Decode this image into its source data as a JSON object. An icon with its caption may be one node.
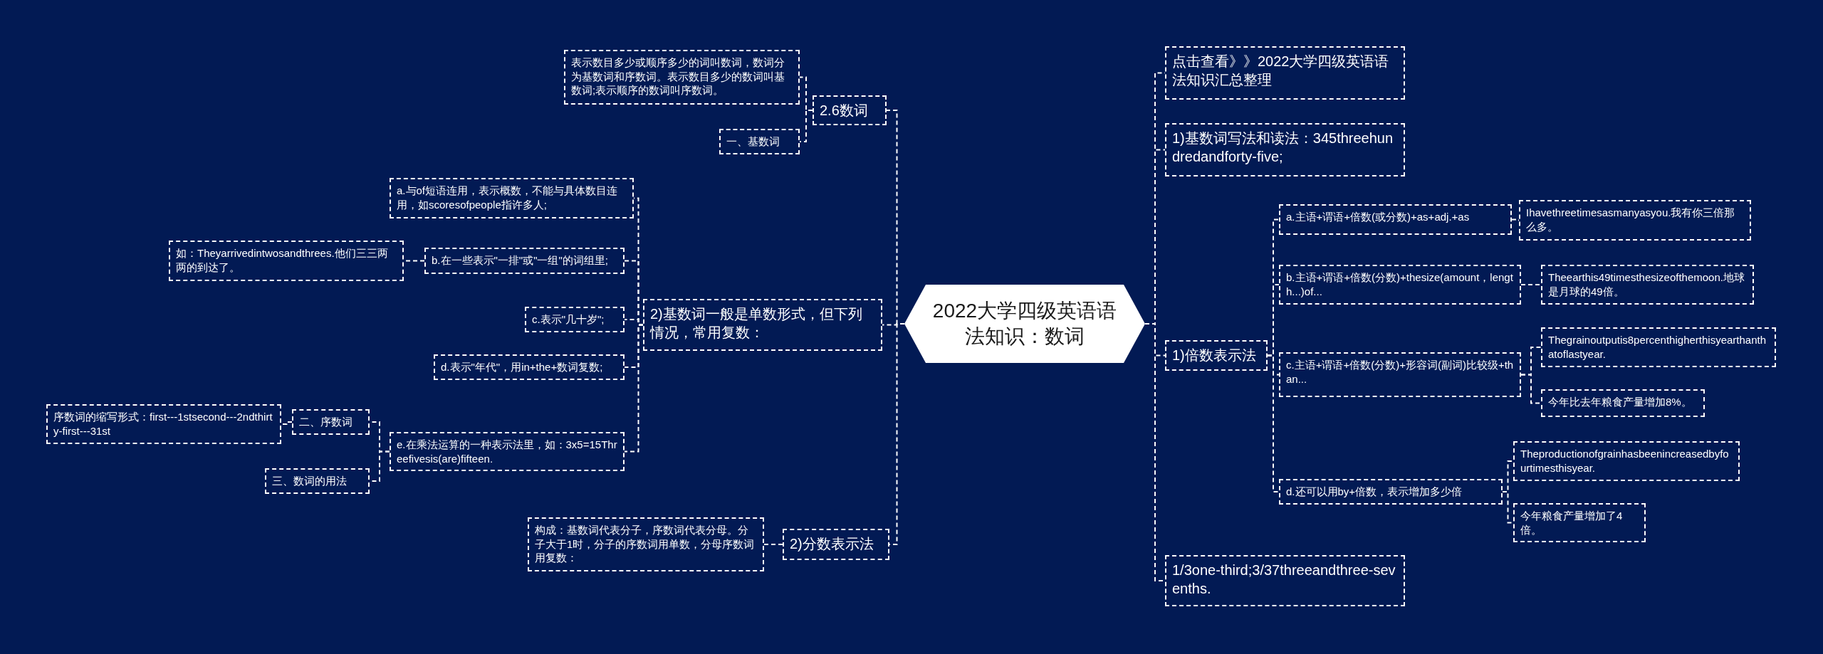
{
  "diagram": {
    "nodes": [
      {
        "text": [
          "2022大学四级英语语法知识：数词"
        ]
      },
      {
        "text": [
          "2.6数词"
        ]
      },
      {
        "text": [
          "表示数目多少或顺序多少的词叫数词，数词分为基数词和序数词。表示数目多少的数词叫基数词;表示顺序的数词叫序数词。"
        ]
      },
      {
        "text": [
          "一、基数词"
        ]
      },
      {
        "text": [
          "2)基数词一般是单数形式，但下列情况，常用复数："
        ]
      },
      {
        "text": [
          "a.与of短语连用，表示概数，不能与具体数目连用，如scoresofpeople指许多人;"
        ]
      },
      {
        "text": [
          "b.在一些表示\"一排\"或\"一组\"的词组里;"
        ]
      },
      {
        "text": [
          "如：Theyarrivedintwosandthrees.他们三三两两的到达了。"
        ]
      },
      {
        "text": [
          "c.表示\"几十岁\";"
        ]
      },
      {
        "text": [
          "d.表示\"年代\"，用in+the+数词复数;"
        ]
      },
      {
        "text": [
          "e.在乘法运算的一种表示法里，如：3x5=15Threefivesis(are)fifteen."
        ]
      },
      {
        "text": [
          "二、序数词"
        ]
      },
      {
        "text": [
          "序数词的缩写形式：first---1stsecond---2ndthirty-first---31st"
        ]
      },
      {
        "text": [
          "三、数词的用法"
        ]
      },
      {
        "text": [
          "2)分数表示法"
        ]
      },
      {
        "text": [
          "构成：基数词代表分子，序数词代表分母。分子大于1时，分子的序数词用单数，分母序数词用复数："
        ]
      },
      {
        "text": [
          "点击查看》》2022大学四级英语语法知识汇总整理"
        ]
      },
      {
        "text": [
          "1)基数词写法和读法：345threehundredandforty-five;"
        ]
      },
      {
        "text": [
          "1)倍数表示法"
        ]
      },
      {
        "text": [
          "a.主语+谓语+倍数(或分数)+as+adj.+as"
        ]
      },
      {
        "text": [
          "Ihavethreetimesasmanyasyou.我有你三倍那么多。"
        ]
      },
      {
        "text": [
          "b.主语+谓语+倍数(分数)+thesize(amount，length...)of..."
        ]
      },
      {
        "text": [
          "Theearthis49timesthesizeofthemoon.地球是月球的49倍。"
        ]
      },
      {
        "text": [
          "c.主语+谓语+倍数(分数)+形容词(副词)比较级+than..."
        ]
      },
      {
        "text": [
          "Thegrainoutputis8percenthigherthisyearthanthatoflastyear."
        ]
      },
      {
        "text": [
          "今年比去年粮食产量增加8%。"
        ]
      },
      {
        "text": [
          "d.还可以用by+倍数，表示增加多少倍"
        ]
      },
      {
        "text": [
          "Theproductionofgrainhasbeenincreasedbyfourtimesthisyear."
        ]
      },
      {
        "text": [
          "今年粮食产量增加了4倍。"
        ]
      },
      {
        "text": [
          "1/3one-third;3/37threeandthree-sevenths."
        ]
      }
    ],
    "edges": [
      {
        "from": 0,
        "to": 1,
        "arrow": "none"
      },
      {
        "from": 1,
        "to": 2,
        "arrow": "none"
      },
      {
        "from": 1,
        "to": 3,
        "arrow": "none"
      },
      {
        "from": 0,
        "to": 4,
        "arrow": "none"
      },
      {
        "from": 4,
        "to": 5,
        "arrow": "none"
      },
      {
        "from": 4,
        "to": 6,
        "arrow": "none"
      },
      {
        "from": 6,
        "to": 7,
        "arrow": "none"
      },
      {
        "from": 4,
        "to": 8,
        "arrow": "none"
      },
      {
        "from": 4,
        "to": 9,
        "arrow": "none"
      },
      {
        "from": 4,
        "to": 10,
        "arrow": "none"
      },
      {
        "from": 10,
        "to": 11,
        "arrow": "none"
      },
      {
        "from": 11,
        "to": 12,
        "arrow": "none"
      },
      {
        "from": 10,
        "to": 13,
        "arrow": "none"
      },
      {
        "from": 0,
        "to": 14,
        "arrow": "none"
      },
      {
        "from": 14,
        "to": 15,
        "arrow": "none"
      },
      {
        "from": 0,
        "to": 16,
        "arrow": "none"
      },
      {
        "from": 0,
        "to": 17,
        "arrow": "none"
      },
      {
        "from": 0,
        "to": 18,
        "arrow": "none"
      },
      {
        "from": 18,
        "to": 19,
        "arrow": "none"
      },
      {
        "from": 19,
        "to": 20,
        "arrow": "none"
      },
      {
        "from": 18,
        "to": 21,
        "arrow": "none"
      },
      {
        "from": 21,
        "to": 22,
        "arrow": "none"
      },
      {
        "from": 18,
        "to": 23,
        "arrow": "none"
      },
      {
        "from": 23,
        "to": 24,
        "arrow": "none"
      },
      {
        "from": 23,
        "to": 25,
        "arrow": "none"
      },
      {
        "from": 18,
        "to": 26,
        "arrow": "none"
      },
      {
        "from": 26,
        "to": 27,
        "arrow": "none"
      },
      {
        "from": 26,
        "to": 28,
        "arrow": "none"
      },
      {
        "from": 0,
        "to": 29,
        "arrow": "none"
      }
    ]
  }
}
